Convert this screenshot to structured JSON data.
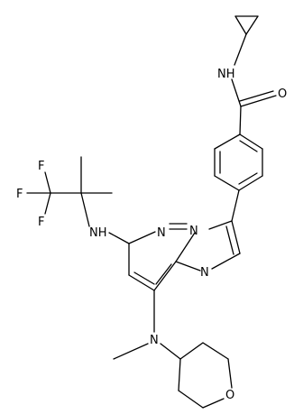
{
  "diagram": {
    "type": "chemical-structure",
    "colors": {
      "bond": "#000000",
      "label": "#000000",
      "background": "#ffffff"
    },
    "atoms": {
      "amide_nh": "NH",
      "amide_o": "O",
      "f_top": "F",
      "f_left": "F",
      "f_bottom": "F",
      "amine_nh": "NH",
      "pyridazine_n": "N",
      "bridge_n": "N",
      "imidazole_n": "N",
      "tertiary_n": "N",
      "ring_o": "O"
    }
  }
}
